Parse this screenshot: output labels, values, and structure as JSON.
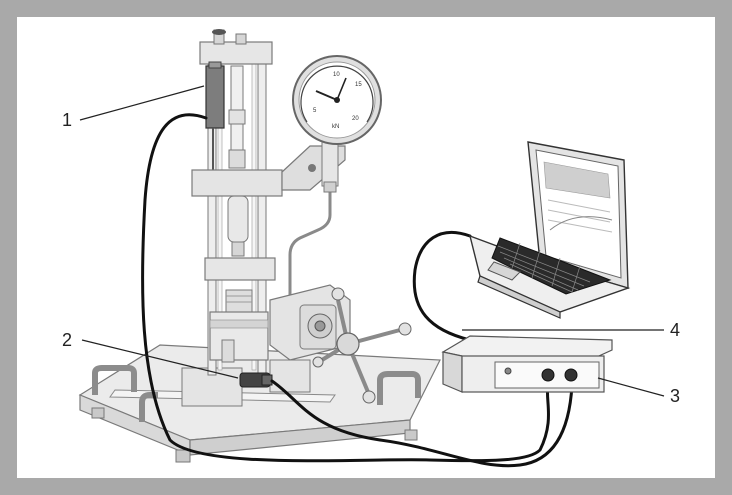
{
  "callouts": [
    {
      "id": "1",
      "text": "1"
    },
    {
      "id": "2",
      "text": "2"
    },
    {
      "id": "3",
      "text": "3"
    },
    {
      "id": "4",
      "text": "4"
    }
  ],
  "gauge": {
    "unit": "kN",
    "ticks": [
      "5",
      "10",
      "15",
      "20"
    ]
  }
}
